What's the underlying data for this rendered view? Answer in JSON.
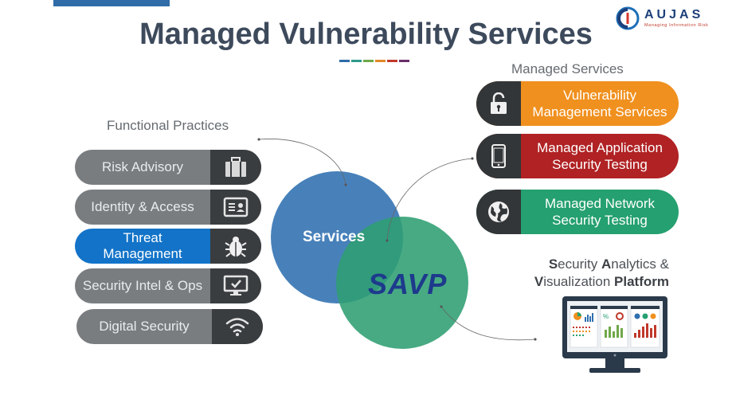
{
  "title": "Managed Vulnerability Services",
  "logo": {
    "name": "AUJAS",
    "tagline": "Managing Information Risk"
  },
  "colors": {
    "title_rule": [
      "#2f6ca8",
      "#2e9b8a",
      "#6fa84a",
      "#e2892a",
      "#c0392b",
      "#6b2f6a"
    ],
    "gray_pill": "#7a7d80",
    "blue_pill": "#1273c8",
    "orange": "#f0901e",
    "red": "#b02224",
    "green": "#25a070",
    "venn_blue": "#2f70b0",
    "venn_green": "#2e9e72"
  },
  "functional_practices": {
    "label": "Functional Practices",
    "items": [
      {
        "label": "Risk Advisory",
        "icon": "briefcase-icon",
        "style": "gray"
      },
      {
        "label": "Identity & Access",
        "icon": "id-card-icon",
        "style": "gray"
      },
      {
        "label": "Threat Management",
        "icon": "bug-icon",
        "style": "blue"
      },
      {
        "label": "Security Intel & Ops",
        "icon": "monitor-check-icon",
        "style": "gray"
      },
      {
        "label": "Digital Security",
        "icon": "wifi-icon",
        "style": "gray"
      }
    ]
  },
  "managed_services": {
    "label": "Managed Services",
    "items": [
      {
        "label": "Vulnerability Management Services",
        "icon": "unlock-icon",
        "color": "#f0901e"
      },
      {
        "label": "Managed Application Security Testing",
        "icon": "mobile-icon",
        "color": "#b02224"
      },
      {
        "label": "Managed Network Security Testing",
        "icon": "globe-icon",
        "color": "#25a070"
      }
    ]
  },
  "venn": {
    "left_label": "Services",
    "right_label": "SAVP"
  },
  "platform": {
    "line1_s": "S",
    "line1_rest1": "ecurity ",
    "line1_a": "A",
    "line1_rest2": "nalytics &",
    "line2_v": "V",
    "line2_rest": "isualization ",
    "line2_p": "Platform"
  }
}
